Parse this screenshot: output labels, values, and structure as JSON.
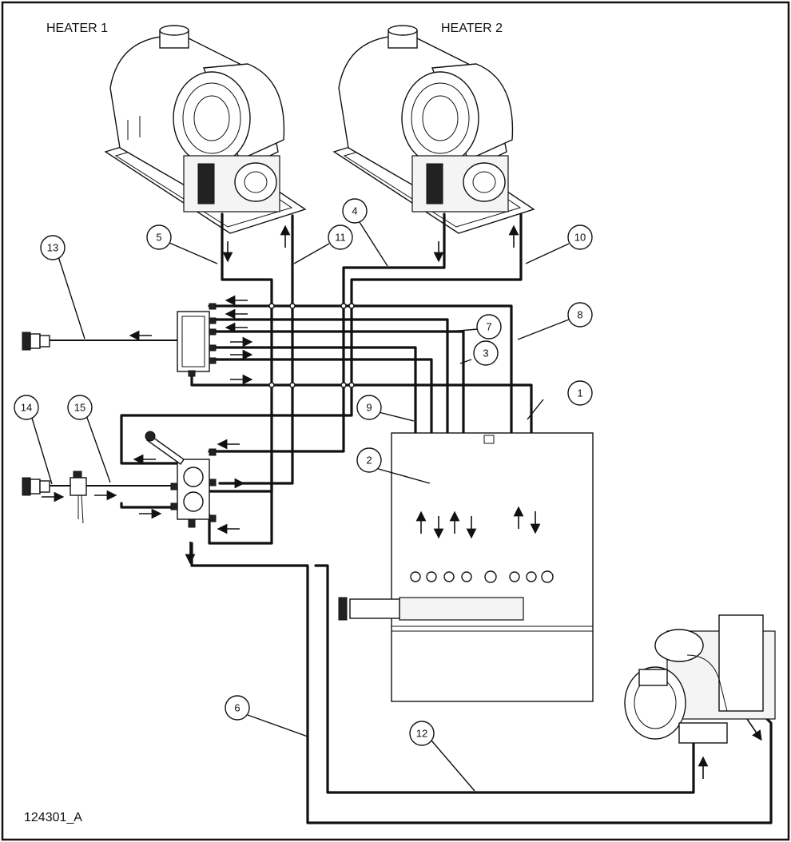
{
  "heater_labels": {
    "heater1": "HEATER 1",
    "heater2": "HEATER 2"
  },
  "drawing_id": "124301_A",
  "callouts": [
    "1",
    "2",
    "3",
    "4",
    "5",
    "6",
    "7",
    "8",
    "9",
    "10",
    "11",
    "12",
    "13",
    "14",
    "15"
  ],
  "colors": {
    "line": "#111111",
    "background": "#ffffff"
  }
}
